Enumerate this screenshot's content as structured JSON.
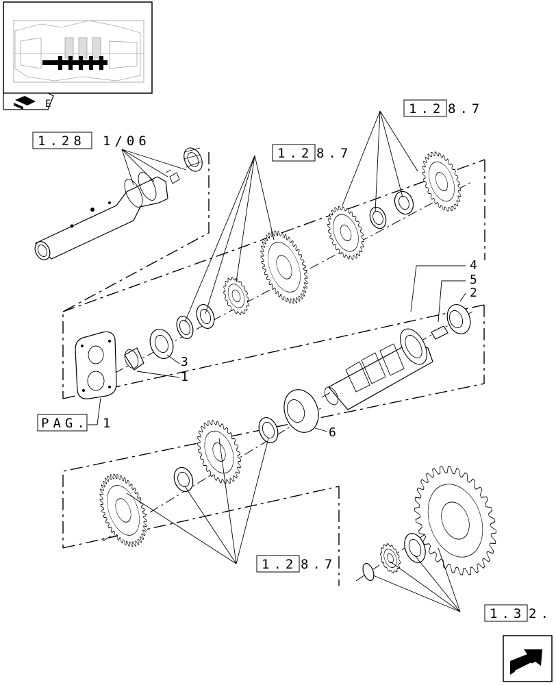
{
  "thumbnail": {
    "icon": "transmission-overview"
  },
  "nav_icon_top": {
    "icon": "book-page-icon",
    "label": "E"
  },
  "refs": {
    "ref_a": {
      "boxed": "1.28",
      "rest": "1/06"
    },
    "ref_b": {
      "boxed": "1.2",
      "rest": "8.7"
    },
    "ref_c": {
      "boxed": "1.2",
      "rest": "8.7"
    },
    "ref_d": {
      "boxed": "1.2",
      "rest": "8.7"
    },
    "ref_e": {
      "boxed": "1.3",
      "rest": "2."
    },
    "ref_pag": {
      "boxed": "PAG.",
      "rest": "1"
    }
  },
  "callouts": {
    "c1": "1",
    "c2": "2",
    "c3": "3",
    "c4": "4",
    "c5": "5",
    "c6": "6"
  },
  "nav_icon_bottom": {
    "icon": "next-page-arrow-icon"
  }
}
